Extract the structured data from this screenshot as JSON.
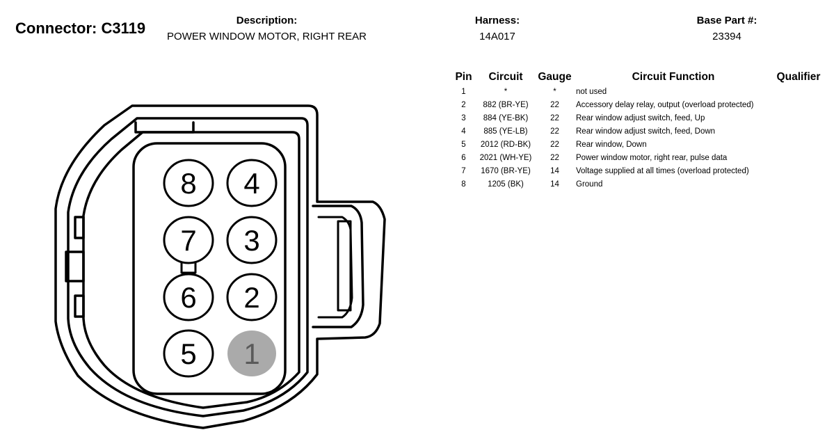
{
  "connector": {
    "label": "Connector: C3119"
  },
  "description": {
    "label": "Description:",
    "value": "POWER WINDOW MOTOR, RIGHT REAR"
  },
  "harness": {
    "label": "Harness:",
    "value": "14A017"
  },
  "base_part": {
    "label": "Base Part #:",
    "value": "23394"
  },
  "table": {
    "headers": {
      "pin": "Pin",
      "circuit": "Circuit",
      "gauge": "Gauge",
      "function": "Circuit Function",
      "qualifier": "Qualifier"
    },
    "rows": [
      {
        "pin": "1",
        "circuit": "*",
        "gauge": "*",
        "function": "not used",
        "qualifier": ""
      },
      {
        "pin": "2",
        "circuit": "882 (BR-YE)",
        "gauge": "22",
        "function": "Accessory delay relay, output (overload protected)",
        "qualifier": ""
      },
      {
        "pin": "3",
        "circuit": "884 (YE-BK)",
        "gauge": "22",
        "function": "Rear window adjust switch, feed, Up",
        "qualifier": ""
      },
      {
        "pin": "4",
        "circuit": "885 (YE-LB)",
        "gauge": "22",
        "function": "Rear window adjust switch, feed, Down",
        "qualifier": ""
      },
      {
        "pin": "5",
        "circuit": "2012 (RD-BK)",
        "gauge": "22",
        "function": "Rear window, Down",
        "qualifier": ""
      },
      {
        "pin": "6",
        "circuit": "2021 (WH-YE)",
        "gauge": "22",
        "function": "Power window motor, right rear, pulse data",
        "qualifier": ""
      },
      {
        "pin": "7",
        "circuit": "1670 (BR-YE)",
        "gauge": "14",
        "function": "Voltage supplied at all times (overload protected)",
        "qualifier": ""
      },
      {
        "pin": "8",
        "circuit": "1205 (BK)",
        "gauge": "14",
        "function": "Ground",
        "qualifier": ""
      }
    ]
  },
  "diagram": {
    "pins": [
      {
        "label": "8",
        "unused": false
      },
      {
        "label": "4",
        "unused": false
      },
      {
        "label": "7",
        "unused": false
      },
      {
        "label": "3",
        "unused": false
      },
      {
        "label": "6",
        "unused": false
      },
      {
        "label": "2",
        "unused": false
      },
      {
        "label": "5",
        "unused": false
      },
      {
        "label": "1",
        "unused": true
      }
    ],
    "colors": {
      "line": "#000000",
      "unused_fill": "#aaaaaa",
      "unused_text": "#5a5a5a"
    }
  }
}
